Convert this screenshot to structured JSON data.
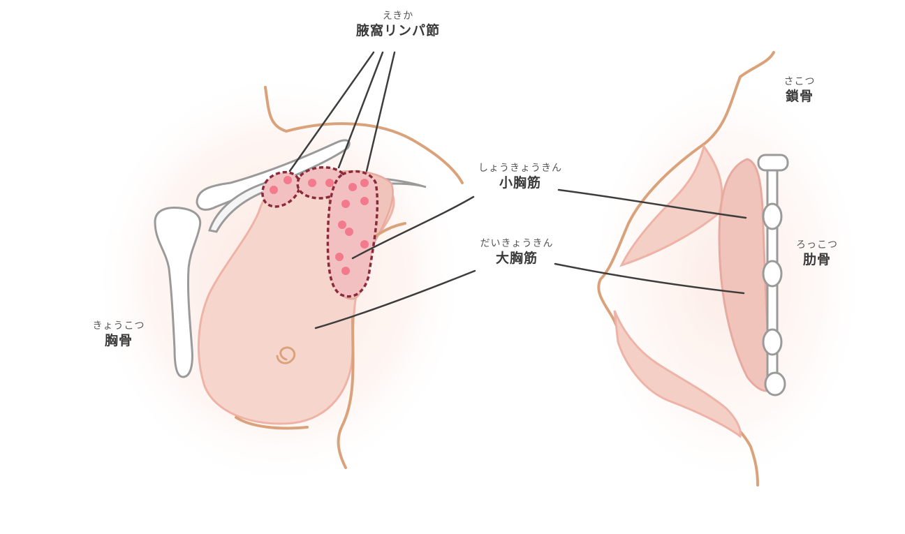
{
  "labels": {
    "axillary": {
      "reading": "えきか",
      "text": "腋窩リンパ節"
    },
    "clavicle": {
      "reading": "さこつ",
      "text": "鎖骨"
    },
    "pec_minor": {
      "reading": "しょうきょうきん",
      "text": "小胸筋"
    },
    "pec_major": {
      "reading": "だいきょうきん",
      "text": "大胸筋"
    },
    "rib": {
      "reading": "ろっこつ",
      "text": "肋骨"
    },
    "sternum": {
      "reading": "きょうこつ",
      "text": "胸骨"
    }
  },
  "colors": {
    "skin_line": "#d9a27a",
    "breast_fill": "#f6d6cc",
    "muscle_fill": "#f0c4bb",
    "muscle_line": "#e6aaa0",
    "bone_line": "#9a9a9a",
    "lymph_dash": "#8b2a3a",
    "lymph_dot": "#f27a8c",
    "leader": "#3d3d3d",
    "halo": "#fbe6df"
  }
}
